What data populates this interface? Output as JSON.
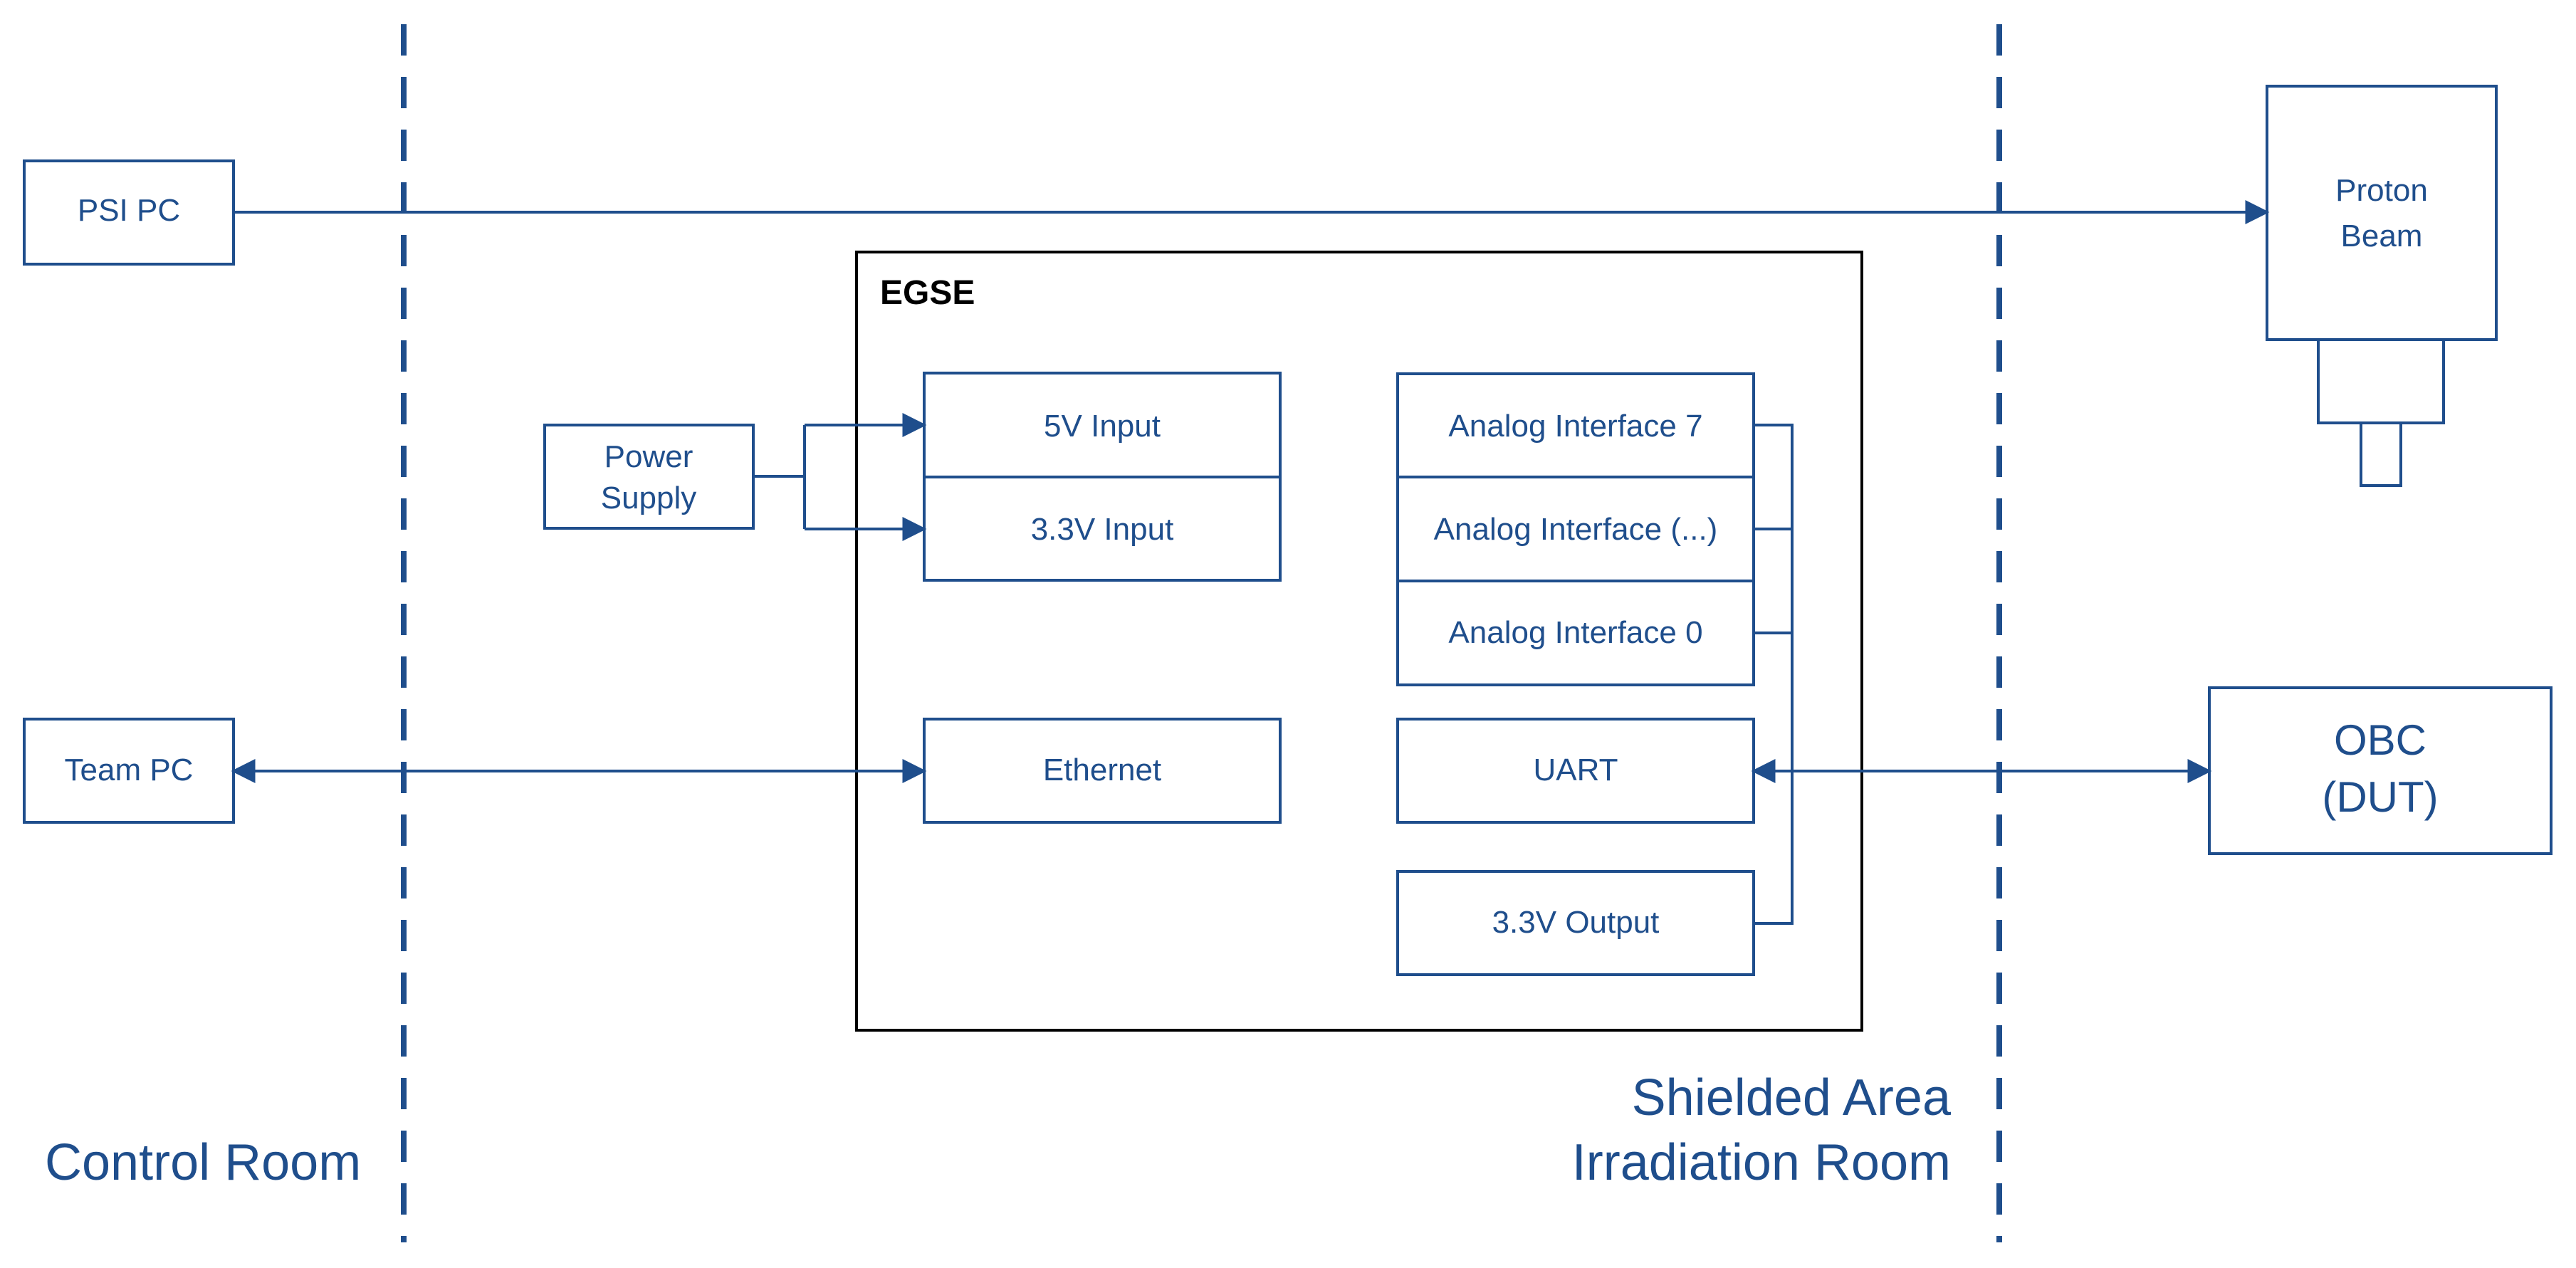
{
  "colors": {
    "line": "#1f4e8c",
    "text": "#1f4e8c",
    "egse_frame": "#000000"
  },
  "labels": {
    "psi_pc": "PSI PC",
    "team_pc": "Team PC",
    "power_supply_line1": "Power",
    "power_supply_line2": "Supply",
    "egse_title": "EGSE",
    "input_5v": "5V Input",
    "input_3v3": "3.3V Input",
    "ethernet": "Ethernet",
    "analog_7": "Analog Interface 7",
    "analog_etc": "Analog Interface (...)",
    "analog_0": "Analog Interface 0",
    "uart": "UART",
    "output_3v3": "3.3V Output",
    "proton_line1": "Proton",
    "proton_line2": "Beam",
    "obc_line1": "OBC",
    "obc_line2": "(DUT)",
    "control_room": "Control Room",
    "shielded_line1": "Shielded Area",
    "shielded_line2": "Irradiation Room"
  }
}
